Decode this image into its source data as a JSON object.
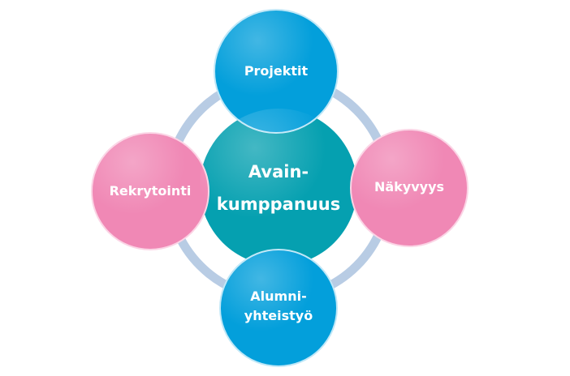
{
  "colors": {
    "blue": "#039fdb",
    "teal": "#05a0b0",
    "pink": "#f088b5",
    "ring": "#b8cce4"
  },
  "center": {
    "line1": "Avain-",
    "line2": "kumppanuus"
  },
  "nodes": {
    "top": "Projektit",
    "left": "Rekrytointi",
    "right": "Näkyvyys",
    "bottom_line1": "Alumni-",
    "bottom_line2": "yhteistyö"
  }
}
